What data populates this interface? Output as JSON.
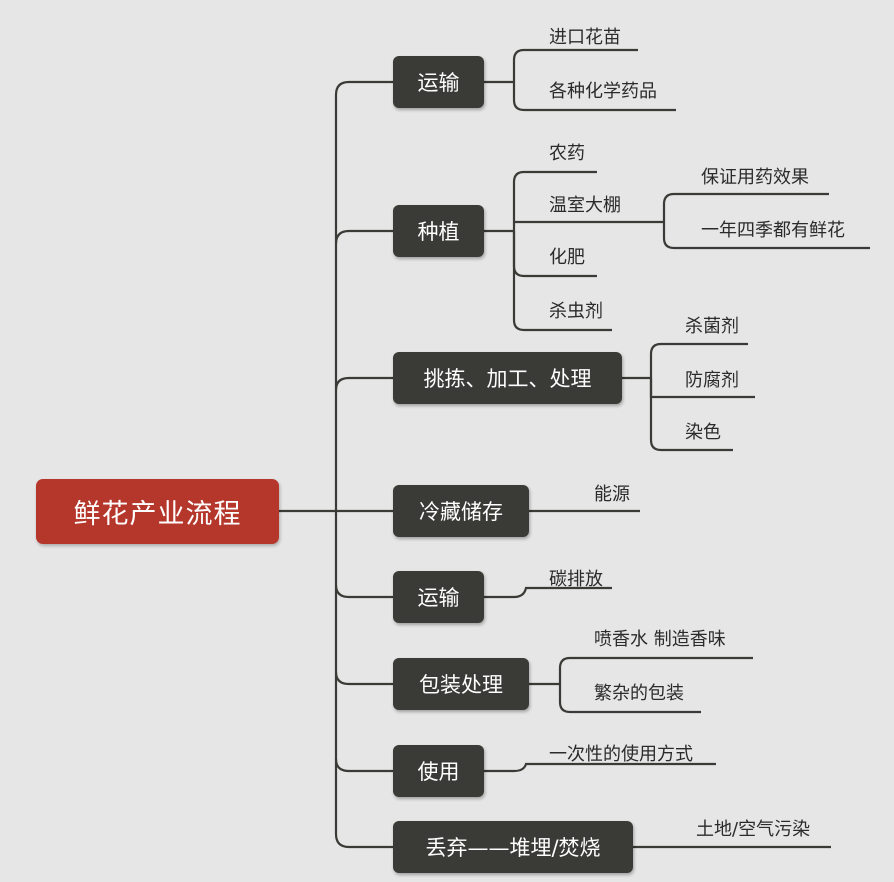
{
  "root": {
    "label": "鲜花产业流程"
  },
  "branches": [
    {
      "label": "运输",
      "children": [
        "进口花苗",
        "各种化学药品"
      ]
    },
    {
      "label": "种植",
      "children": [
        "农药",
        "温室大棚",
        "化肥",
        "杀虫剂"
      ],
      "subchildren": [
        "保证用药效果",
        "一年四季都有鲜花"
      ]
    },
    {
      "label": "挑拣、加工、处理",
      "children": [
        "杀菌剂",
        "防腐剂",
        "染色"
      ]
    },
    {
      "label": "冷藏储存",
      "children": [
        "能源"
      ]
    },
    {
      "label": "运输",
      "children": [
        "碳排放"
      ]
    },
    {
      "label": "包装处理",
      "children": [
        "喷香水 制造香味",
        "繁杂的包装"
      ]
    },
    {
      "label": "使用",
      "children": [
        "一次性的使用方式"
      ]
    },
    {
      "label": "丢弃——堆埋/焚烧",
      "children": [
        "土地/空气污染"
      ]
    }
  ],
  "colors": {
    "background": "#e6e6e6",
    "root": "#b5372c",
    "branch": "#3a3a36",
    "line": "#3a3a36"
  }
}
